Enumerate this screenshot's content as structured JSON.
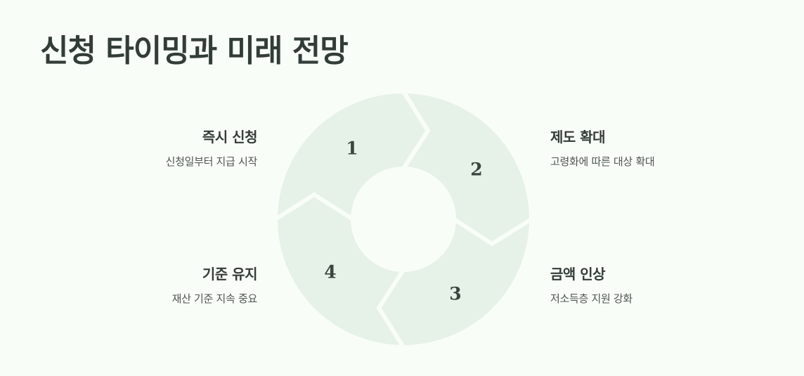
{
  "title": "신청 타이밍과 미래 전망",
  "colors": {
    "background": "#f9fdf8",
    "segment": "#e6f1e7",
    "text": "#333d38"
  },
  "steps": [
    {
      "number": "1",
      "title": "즉시 신청",
      "desc": "신청일부터 지급 시작"
    },
    {
      "number": "2",
      "title": "제도 확대",
      "desc": "고령화에 따른 대상 확대"
    },
    {
      "number": "3",
      "title": "금액 인상",
      "desc": "저소득층 지원 강화"
    },
    {
      "number": "4",
      "title": "기준 유지",
      "desc": "재산 기준 지속 중요"
    }
  ]
}
